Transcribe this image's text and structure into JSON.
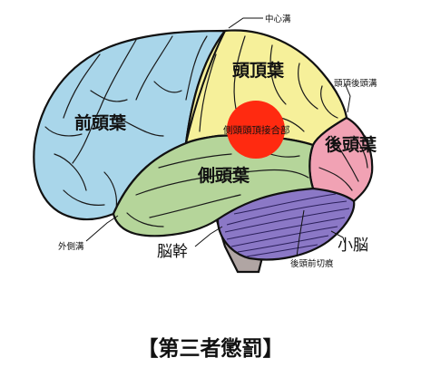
{
  "labels": {
    "frontal_lobe": "前頭葉",
    "parietal_lobe": "頭頂葉",
    "temporal_lobe": "側頭葉",
    "occipital_lobe": "後頭葉",
    "cerebellum": "小脳",
    "brainstem": "脳幹",
    "tpj": "側頭頭頂接合部",
    "central_sulcus": "中心溝",
    "parieto_occipital_sulcus": "頭頂後頭溝",
    "lateral_sulcus": "外側溝",
    "preoccipital_notch": "後頭前切痕"
  },
  "caption": "【第三者懲罰】",
  "colors": {
    "frontal": "#a9d6ea",
    "parietal": "#f6f09a",
    "temporal": "#b5d59a",
    "occipital": "#f1a2b4",
    "cerebellum": "#8b78c6",
    "brainstem": "#b0a5a3",
    "highlight": "#ff2a10"
  }
}
